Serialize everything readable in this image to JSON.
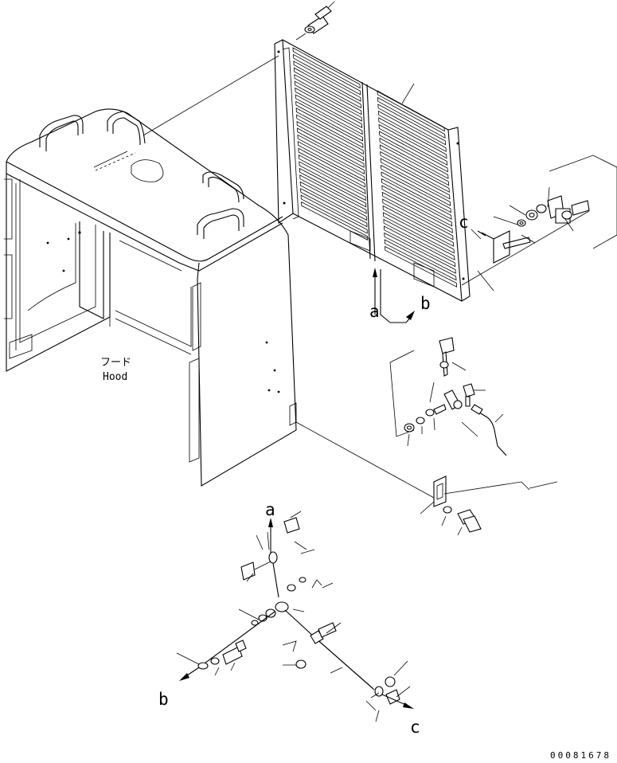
{
  "drawing": {
    "hood_label_jp": "フード",
    "hood_label_en": "Hood",
    "ref_a": "a",
    "ref_b": "b",
    "ref_c": "c",
    "drawing_number": "00081678"
  }
}
